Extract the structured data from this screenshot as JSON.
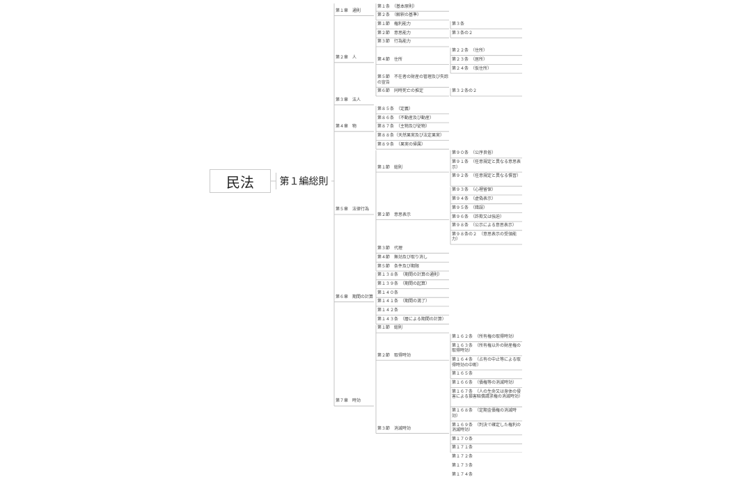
{
  "root": "民法",
  "book": "第１編総則",
  "chapters": [
    {
      "label": "第１章　通則",
      "children": [
        {
          "label": "第１条　（基本原則）"
        },
        {
          "label": "第２条　（解釈の基準）"
        }
      ]
    },
    {
      "label": "第２章　人",
      "children": [
        {
          "label": "第１節　権利能力",
          "children": [
            {
              "label": "第３条"
            }
          ]
        },
        {
          "label": "第２節　意思能力",
          "children": [
            {
              "label": "第３条の２"
            }
          ]
        },
        {
          "label": "第３節　行為能力"
        },
        {
          "label": "第４節　住所",
          "children": [
            {
              "label": "第２２条　（住所）"
            },
            {
              "label": "第２３条　（居所）"
            },
            {
              "label": "第２４条　（仮住所）"
            }
          ]
        },
        {
          "label": "第５節　不在者の財産の管理及び失踪の宣告"
        },
        {
          "label": "第６節　同時死亡の推定",
          "children": [
            {
              "label": "第３２条の２"
            }
          ]
        }
      ]
    },
    {
      "label": "第３章　法人"
    },
    {
      "label": "第４章　物",
      "children": [
        {
          "label": "第８５条　（定義）"
        },
        {
          "label": "第８６条　（不動産及び動産）"
        },
        {
          "label": "第８７条　（主物及び従物）"
        },
        {
          "label": "第８８条（天然果実及び法定果実）"
        },
        {
          "label": "第８９条　（果実の帰属）"
        }
      ]
    },
    {
      "label": "第５章　法律行為",
      "children": [
        {
          "label": "第１節　総則",
          "children": [
            {
              "label": "第９０条　（公序良俗）"
            },
            {
              "label": "第９１条　（任意規定と異なる意思表示）"
            },
            {
              "label": "第９２条　（任意規定と異なる慣習）"
            }
          ]
        },
        {
          "label": "第２節　意思表示",
          "children": [
            {
              "label": "第９３条　（心裡留保）"
            },
            {
              "label": "第９４条　（虚偽表示）"
            },
            {
              "label": "第９５条　（錯誤）"
            },
            {
              "label": "第９６条　（詐欺又は強迫）"
            },
            {
              "label": "第９８条　（公示による意思表示）"
            },
            {
              "label": "第９８条の２　（意思表示の受領能力）"
            }
          ]
        },
        {
          "label": "第３節　代理"
        },
        {
          "label": "第４節　無効及び取り消し"
        },
        {
          "label": "第５節　条件及び期限"
        }
      ]
    },
    {
      "label": "第６章　期間の計算",
      "children": [
        {
          "label": "第１３８条　（期間の計算の通則）"
        },
        {
          "label": "第１３９条　（期間の起算）"
        },
        {
          "label": "第１４０条"
        },
        {
          "label": "第１４１条　（期間の満了）"
        },
        {
          "label": "第１４２条"
        },
        {
          "label": "第１４３条　（暦による期間の計算）"
        }
      ]
    },
    {
      "label": "第７章　時効",
      "children": [
        {
          "label": "第１節　総則"
        },
        {
          "label": "第２節　取得時効",
          "children": [
            {
              "label": "第１６２条　（所有権の取得時効）"
            },
            {
              "label": "第１６３条　（所有権以外の財産権の取得時効）"
            },
            {
              "label": "第１６４条　（占有の中止等による取得時効の中断）"
            },
            {
              "label": "第１６５条"
            }
          ]
        },
        {
          "label": "第３節　消滅時効",
          "children": [
            {
              "label": "第１６６条　（債権等の消滅時効）"
            },
            {
              "label": "第１６７条　（人の生命又は身体の侵害による損害賠償請求権の消滅時効）"
            },
            {
              "label": "第１６８条　（定期金債権の消滅時効）"
            },
            {
              "label": "第１６９条　（判決で確定した権利の消滅時効）"
            },
            {
              "label": "第１７０条"
            },
            {
              "label": "第１７１条"
            },
            {
              "label": "第１７２条"
            },
            {
              "label": "第１７３条"
            },
            {
              "label": "第１７４条"
            }
          ]
        }
      ]
    }
  ]
}
